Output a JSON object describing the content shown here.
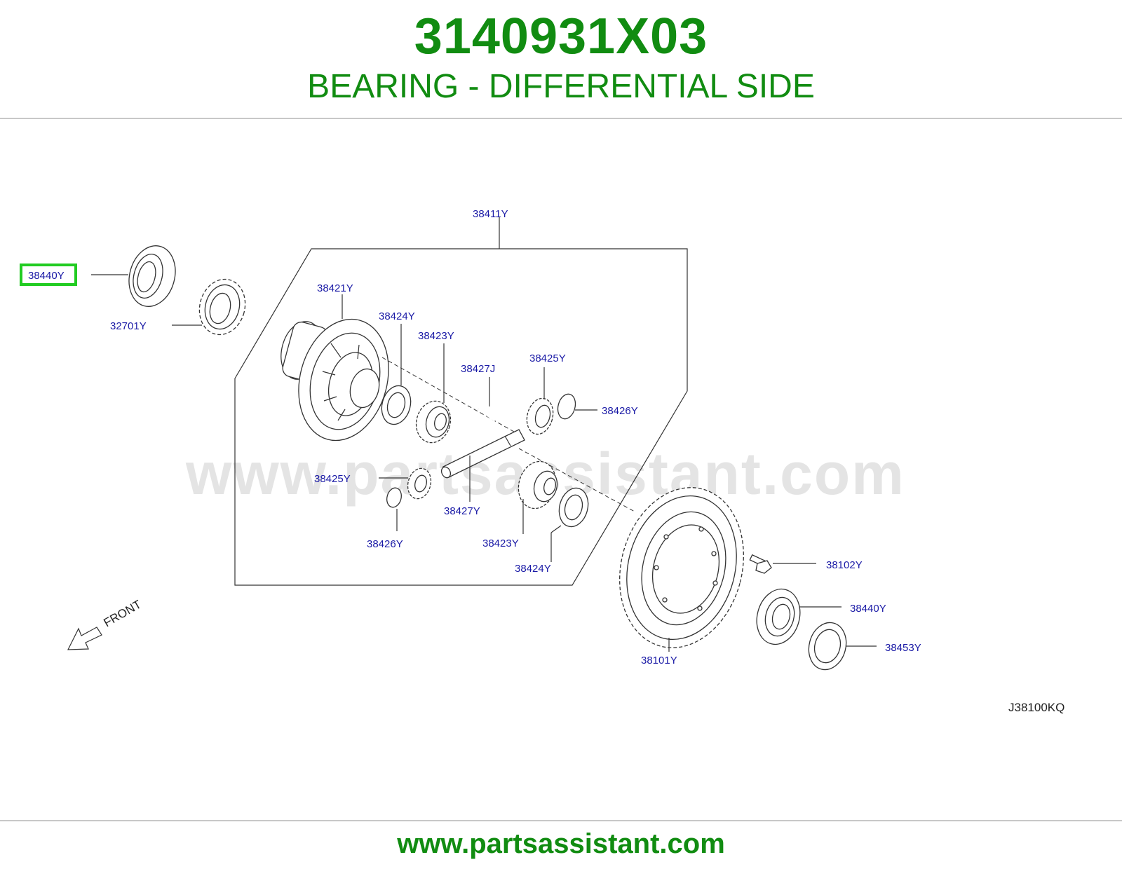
{
  "header": {
    "part_number": "3140931X03",
    "part_name": "BEARING - DIFFERENTIAL SIDE"
  },
  "diagram": {
    "watermark": "www.partsassistant.com",
    "front_label": "FRONT",
    "diagram_code": "J38100KQ",
    "callouts": {
      "c38411Y": "38411Y",
      "c38440Y_left": "38440Y",
      "c32701Y": "32701Y",
      "c38421Y": "38421Y",
      "c38424Y_top": "38424Y",
      "c38423Y_top": "38423Y",
      "c38427J": "38427J",
      "c38425Y_right": "38425Y",
      "c38426Y_right": "38426Y",
      "c38425Y_left": "38425Y",
      "c38427Y": "38427Y",
      "c38426Y_bottom": "38426Y",
      "c38423Y_bottom": "38423Y",
      "c38424Y_bottom": "38424Y",
      "c38102Y": "38102Y",
      "c38440Y_right": "38440Y",
      "c38453Y": "38453Y",
      "c38101Y": "38101Y"
    },
    "highlight_color": "#22cc22"
  },
  "footer": {
    "url": "www.partsassistant.com"
  },
  "colors": {
    "brand_green": "#118c11",
    "callout_blue": "#1a1aa6",
    "watermark_gray": "#d2d2d2"
  }
}
